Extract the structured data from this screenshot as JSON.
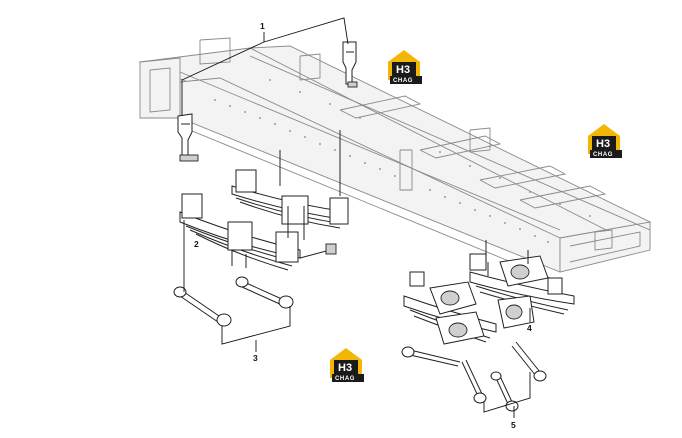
{
  "callouts": [
    {
      "label": "1"
    },
    {
      "label": "2"
    },
    {
      "label": "3"
    },
    {
      "label": "4"
    },
    {
      "label": "5"
    }
  ],
  "watermark": {
    "big": "H3",
    "small": "CHAG",
    "colors": {
      "house": "#f2b705",
      "badge": "#1a1a1a",
      "text": "#ffffff"
    }
  },
  "colors": {
    "frame": "#8a8a8a",
    "parts": "#222222",
    "leader": "#111111"
  }
}
